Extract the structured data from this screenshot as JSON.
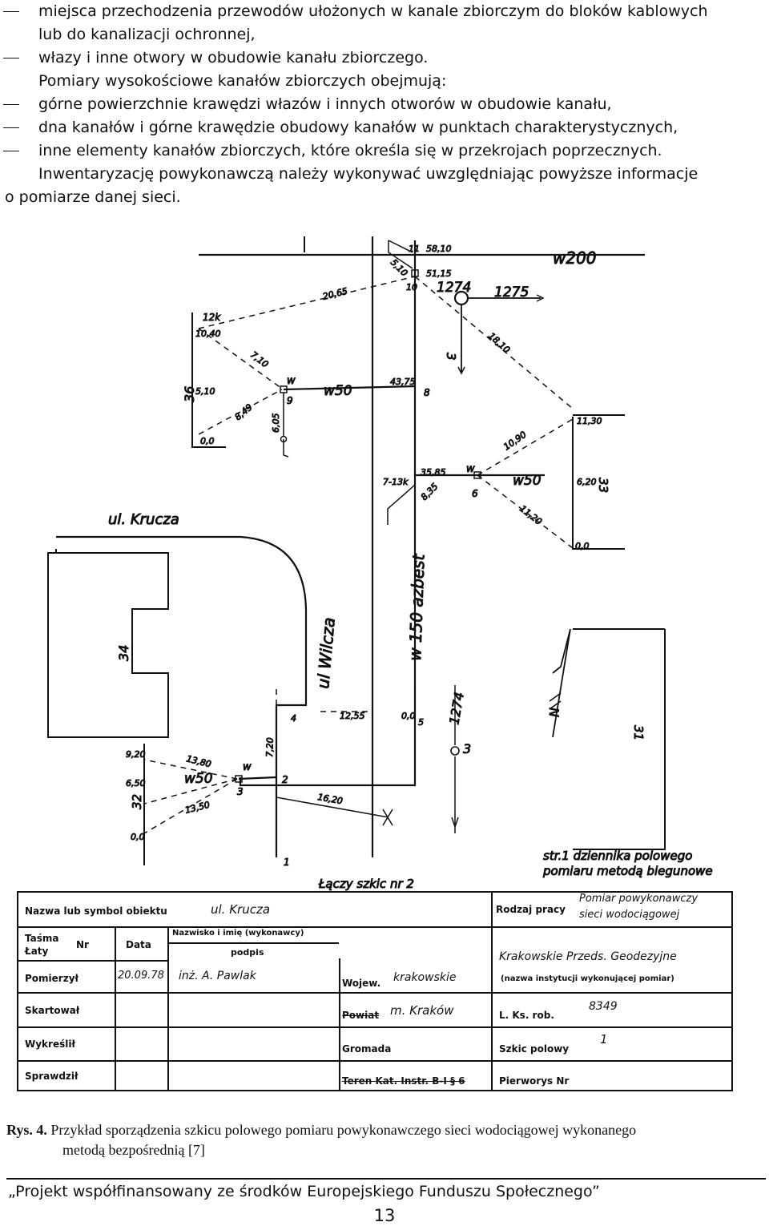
{
  "text_lines": [
    {
      "dash": true,
      "text": "miejsca przechodzenia przewodów ułożonych w kanale zbiorczym do bloków kablowych"
    },
    {
      "dash": false,
      "text": "lub do kanalizacji ochronnej,"
    },
    {
      "dash": true,
      "text": "włazy i inne otwory w obudowie kanału zbiorczego."
    },
    {
      "dash": false,
      "text": "Pomiary wysokościowe kanałów zbiorczych obejmują:"
    },
    {
      "dash": true,
      "text": "górne powierzchnie krawędzi włazów i innych otworów w obudowie kanału,"
    },
    {
      "dash": true,
      "text": "dna kanałów i górne krawędzie obudowy kanałów w punktach charakterystycznych,"
    },
    {
      "dash": true,
      "text": "inne elementy kanałów zbiorczych, które określa się w przekrojach poprzecznych."
    },
    {
      "dash": false,
      "text": "Inwentaryzację powykonawczą należy wykonywać uwzględniając powyższe informacje"
    },
    {
      "dash": false,
      "text": "o pomiarze danej sieci."
    }
  ],
  "sketch": {
    "pipe_w200": "w200",
    "pipe_w50_a": "w50",
    "pipe_w50_b": "w50",
    "pipe_w50_c": "w50",
    "pipe_w150": "w 150 azbest",
    "street_krucza": "ul. Krucza",
    "street_wilcza": "ul Wilcza",
    "w_a": "w",
    "w_b": "w",
    "w_c": "w",
    "n1274_top": "1274",
    "n1275": "1275",
    "n1274_mid": "1274",
    "pt_11": "11",
    "val_5810": "58,10",
    "val_510": "5,10",
    "val_5115": "51,15",
    "pt_10": "10",
    "val_2065": "20,65",
    "val_1810": "18,10",
    "pt_3_top": "3",
    "lbl_12k": "12k",
    "val_1040": "10,40",
    "val_710": "7,10",
    "num_36": "36",
    "val_5_10": "5,10",
    "val_00_a": "0,0",
    "pt_9": "9",
    "val_4375": "43,75",
    "pt_8": "8",
    "val_849": "8,49",
    "val_605": "6,05",
    "val_1130": "11,30",
    "val_1090": "10,90",
    "lbl_713k": "7-13k",
    "val_3585": "35,85",
    "val_835": "8,35",
    "pt_6": "6",
    "val_620": "6,20",
    "num_33": "33",
    "val_1120": "11,20",
    "val_00_b": "0,0",
    "num_34": "34",
    "north": "N",
    "num_31": "31",
    "pt_4": "4",
    "val_1255": "12,55",
    "val_00_c": "0,0",
    "pt_5": "5",
    "val_720": "7,20",
    "val_920": "9,20",
    "val_1380": "13,80",
    "val_650": "6,50",
    "num_32": "32",
    "val_00_d": "0,0",
    "pt_2": "2",
    "pt_3_bot": "3",
    "val_1350": "13,50",
    "val_1620": "16,20",
    "pt_3_mid": "3",
    "pt_1": "1",
    "note1": "str.1 dziennika polowego",
    "note2": "pomiaru metodą biegunowe",
    "laczy": "Łączy szkic nr 2"
  },
  "form": {
    "obj_label": "Nazwa lub symbol obiektu",
    "obj_value": "ul. Krucza",
    "work_label": "Rodzaj pracy",
    "work_value1": "Pomiar powykonawczy",
    "work_value2": "sieci wodociągowej",
    "tasma": "Taśma",
    "laty": "Łaty",
    "nr": "Nr",
    "data": "Data",
    "name_head": "Nazwisko i imię (wykonawcy)",
    "podpis": "podpis",
    "inst_value": "Krakowskie Przeds. Geodezyjne",
    "inst_label": "(nazwa instytucji wykonującej pomiar)",
    "pomierzyl": "Pomierzył",
    "pom_date": "20.09.78",
    "pom_name": "inż. A. Pawlak",
    "woj_label": "Wojew.",
    "woj_value": "krakowskie",
    "skartowal": "Skartował",
    "powiat_label": "Powiat",
    "powiat_value": "m. Kraków",
    "lks_label": "L. Ks. rob.",
    "lks_value": "8349",
    "wykreslil": "Wykreślił",
    "gromada": "Gromada",
    "szkic_label": "Szkic polowy",
    "szkic_value": "1",
    "sprawdzil": "Sprawdził",
    "teren": "Teren Kat. Instr. B-I § 6",
    "pierworys": "Pierworys Nr"
  },
  "caption": {
    "label": "Rys. 4.",
    "text1": "Przykład sporządzenia szkicu polowego pomiaru powykonawczego sieci wodociągowej wykonanego",
    "text2": "metodą bezpośrednią [7]"
  },
  "footer": {
    "text": "„Projekt współfinansowany ze środków Europejskiego Funduszu Społecznego”",
    "page": "13"
  }
}
